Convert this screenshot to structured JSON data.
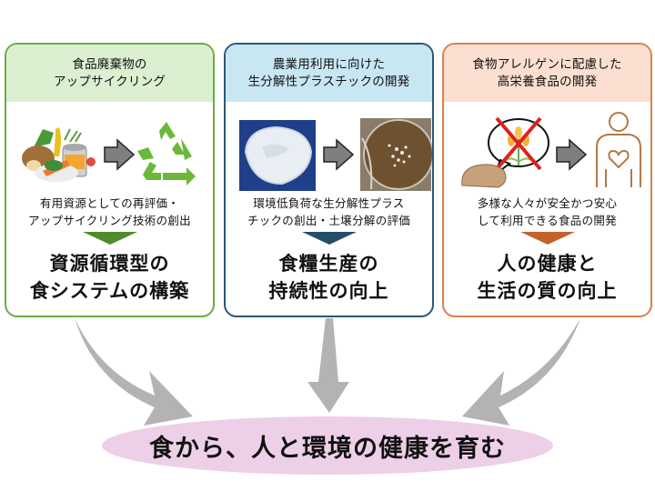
{
  "panels": [
    {
      "id": "upcycling",
      "header_lines": [
        "食品廃棄物の",
        "アップサイクリング"
      ],
      "visual": {
        "left_icon": "food-waste-icon",
        "right_icon": "recycle-icon"
      },
      "desc_lines": [
        "有用資源としての再評価・",
        "アップサイクリング技術の創出"
      ],
      "outcome_lines": [
        "資源循環型の",
        "食システムの構築"
      ],
      "colors": {
        "border": "#6aac45",
        "header_bg": "#dbefd1",
        "triangle": "#4e8c2e"
      }
    },
    {
      "id": "bioplastic",
      "header_lines": [
        "農業用利用に向けた",
        "生分解性プラスチックの開発"
      ],
      "visual": {
        "left_icon": "plastic-film-photo",
        "right_icon": "soil-dish-photo"
      },
      "desc_lines": [
        "環境低負荷な生分解性プラス",
        "チックの創出・土壌分解の評価"
      ],
      "outcome_lines": [
        "食糧生産の",
        "持続性の向上"
      ],
      "colors": {
        "border": "#2c5876",
        "header_bg": "#c9e6f3",
        "triangle": "#234e6b"
      }
    },
    {
      "id": "allergen",
      "header_lines": [
        "食物アレルゲンに配慮した",
        "高栄養食品の開発"
      ],
      "visual": {
        "left_icon": "no-wheat-bread-icon",
        "right_icon": "person-heart-icon"
      },
      "desc_lines": [
        "多様な人々が安全かつ安心",
        "して利用できる食品の開発"
      ],
      "outcome_lines": [
        "人の健康と",
        "生活の質の向上"
      ],
      "colors": {
        "border": "#d9814a",
        "header_bg": "#fbe0d1",
        "triangle": "#c4622a"
      }
    }
  ],
  "goal": {
    "text": "食から、人と環境の健康を育む",
    "color": "#eecfe8"
  },
  "connector_color": "#b3b3b3",
  "step_arrow_color": "#7f7f7f"
}
